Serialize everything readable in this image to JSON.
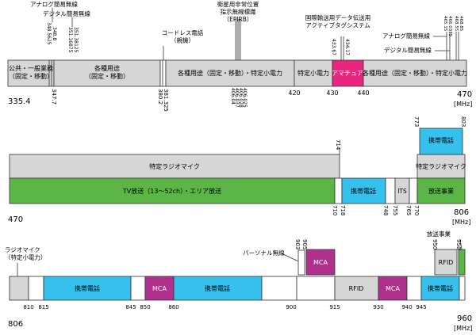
{
  "colors": {
    "gray": "#d6d6d6",
    "cyan": "#35c0ee",
    "green": "#5bb647",
    "pink": "#e8257f",
    "purple": "#b0308d",
    "white": "#ffffff",
    "stroke": "#333333"
  },
  "row1": {
    "start_label": "335.4",
    "end_label": "470",
    "unit": "[MHz]",
    "bands": [
      {
        "label": "公共・一般業務\n（固定・移動）",
        "color": "gray"
      },
      {
        "label": "各種用途\n（固定・移動）",
        "color": "gray"
      },
      {
        "label": "",
        "color": "white"
      },
      {
        "label": "各種用途（固定・移動）・特定小電力",
        "color": "gray"
      },
      {
        "label": "特定小電力",
        "color": "gray"
      },
      {
        "label": "アマチュア",
        "color": "pink"
      },
      {
        "label": "各種用途（固定・移動）・特定小電力",
        "color": "gray"
      }
    ],
    "freq_labels": [
      "347.7",
      "380.2",
      "381.325",
      "420",
      "430",
      "440"
    ],
    "top_freq_labels": [
      "348.5625",
      "348.8",
      "351.16875",
      "351.38125",
      "433.67",
      "434.17"
    ],
    "epirb_freqs": [
      "406.04",
      "406.037",
      "406.028",
      "406.025"
    ],
    "right_freqs": [
      "465.15",
      "466.0375",
      "468.55",
      "468.85"
    ],
    "annotations": {
      "analog_top": "アナログ簡易無線",
      "digital_top": "デジタル簡易無線",
      "cordless": "コードレス電話\n（親機）",
      "epirb": "衛星用非常位置\n指示無線標識\n（EPIRB）",
      "rfid_active": "国際輸送用データ伝送用\nアクティブタグシステム",
      "analog_right": "アナログ簡易無線",
      "digital_right": "デジタル簡易無線"
    }
  },
  "row2": {
    "start_label": "470",
    "end_label": "806",
    "unit": "[MHz]",
    "upper": [
      {
        "label": "特定ラジオマイク",
        "color": "gray"
      },
      {
        "label": "特定ラジオマイク",
        "color": "gray"
      },
      {
        "label": "携帯電話",
        "color": "cyan"
      }
    ],
    "lower": [
      {
        "label": "TV放送（13～52ch）・エリア放送",
        "color": "green"
      },
      {
        "label": "",
        "color": "white"
      },
      {
        "label": "携帯電話",
        "color": "cyan"
      },
      {
        "label": "",
        "color": "white"
      },
      {
        "label": "ITS",
        "color": "gray"
      },
      {
        "label": "",
        "color": "white"
      },
      {
        "label": "放送事業",
        "color": "green"
      }
    ],
    "freq_labels": [
      "710",
      "718",
      "748",
      "755",
      "765",
      "770"
    ],
    "top_labels": [
      "714",
      "773",
      "803"
    ]
  },
  "row3": {
    "start_label": "806",
    "end_label": "960",
    "unit": "[MHz]",
    "bands": [
      {
        "label": "",
        "color": "gray"
      },
      {
        "label": "",
        "color": "white"
      },
      {
        "label": "携帯電話",
        "color": "cyan"
      },
      {
        "label": "",
        "color": "white"
      },
      {
        "label": "MCA",
        "color": "purple"
      },
      {
        "label": "携帯電話",
        "color": "cyan"
      },
      {
        "label": "",
        "color": "white"
      },
      {
        "label": "",
        "color": "white"
      },
      {
        "label": "RFID",
        "color": "gray"
      },
      {
        "label": "MCA",
        "color": "purple"
      },
      {
        "label": "",
        "color": "white"
      },
      {
        "label": "携帯電話",
        "color": "cyan"
      },
      {
        "label": "",
        "color": "white"
      }
    ],
    "raised": [
      {
        "label": "",
        "color": "white"
      },
      {
        "label": "MCA",
        "color": "purple"
      },
      {
        "label": "RFID",
        "color": "gray"
      },
      {
        "label": "",
        "color": "green"
      }
    ],
    "freq_labels": [
      "810",
      "815",
      "845",
      "850",
      "860",
      "900",
      "915",
      "930",
      "940",
      "945"
    ],
    "top_labels": [
      "903",
      "905",
      "950",
      "958"
    ],
    "annotations": {
      "radio_mic": "ラジオマイク\n（特定小電力）",
      "personal": "パーソナル無線",
      "broadcast": "放送事業"
    }
  }
}
